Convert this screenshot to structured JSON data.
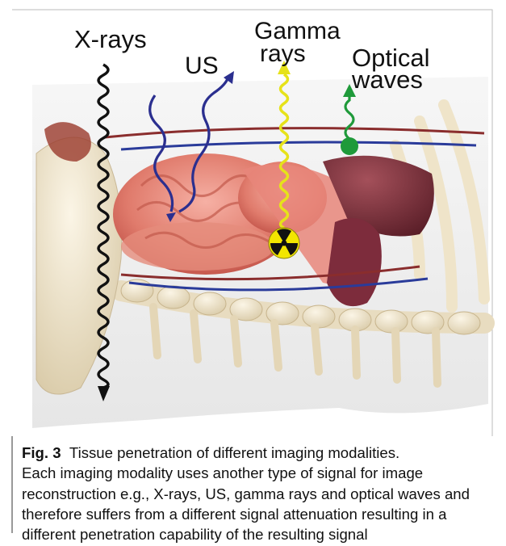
{
  "figure": {
    "labels": {
      "xrays": "X-rays",
      "us": "US",
      "gamma_line1": "Gamma",
      "gamma_line2": "rays",
      "optical_line1": "Optical",
      "optical_line2": "waves"
    },
    "colors": {
      "xray_wave": "#111111",
      "us_wave": "#2b2f8f",
      "gamma_wave": "#e6e21a",
      "optical_wave": "#1f9a3a",
      "radiation_symbol_bg": "#f2e600"
    }
  },
  "caption": {
    "label": "Fig. 3",
    "line1": "Tissue penetration of different imaging modalities.",
    "line2": "Each imaging modality uses another type of signal for image",
    "line3": "reconstruction e.g., X-rays, US, gamma rays and optical waves and",
    "line4": "therefore suffers from a different signal attenuation resulting in a",
    "line5": "different penetration capability of the resulting signal"
  }
}
